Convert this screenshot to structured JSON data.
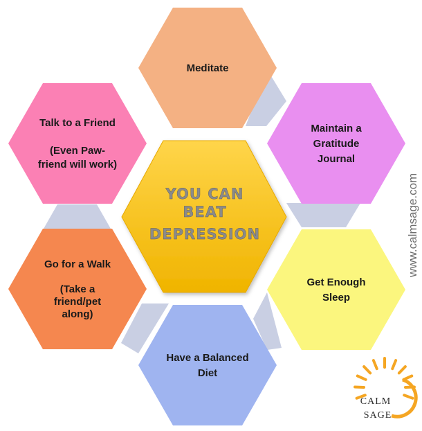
{
  "center": {
    "lines": [
      "YOU CAN",
      "BEAT",
      "DEPRESSION"
    ],
    "fill_top": "#ffd54a",
    "fill_bottom": "#f0b400"
  },
  "hexes": [
    {
      "id": "meditate",
      "lines": [
        "Meditate"
      ],
      "color": "#f4b183"
    },
    {
      "id": "gratitude",
      "lines": [
        "Maintain a",
        "Gratitude",
        "Journal"
      ],
      "color": "#e98ff0"
    },
    {
      "id": "sleep",
      "lines": [
        "Get Enough",
        "Sleep"
      ],
      "color": "#fbf67e"
    },
    {
      "id": "diet",
      "lines": [
        "Have a Balanced",
        "Diet"
      ],
      "color": "#9fb4f0"
    },
    {
      "id": "walk",
      "lines": [
        "Go for a Walk",
        "",
        "(Take a",
        "friend/pet",
        "along)"
      ],
      "color": "#f5874f"
    },
    {
      "id": "friend",
      "lines": [
        "Talk to a Friend",
        "",
        "(Even Paw-",
        "friend will work)"
      ],
      "color": "#fb80b4"
    }
  ],
  "connector_color": "#c9cfe3",
  "watermark": "www.calmsage.com",
  "brand": {
    "line1": "CALM",
    "line2": "SAGE",
    "sun_color": "#f5a623"
  }
}
